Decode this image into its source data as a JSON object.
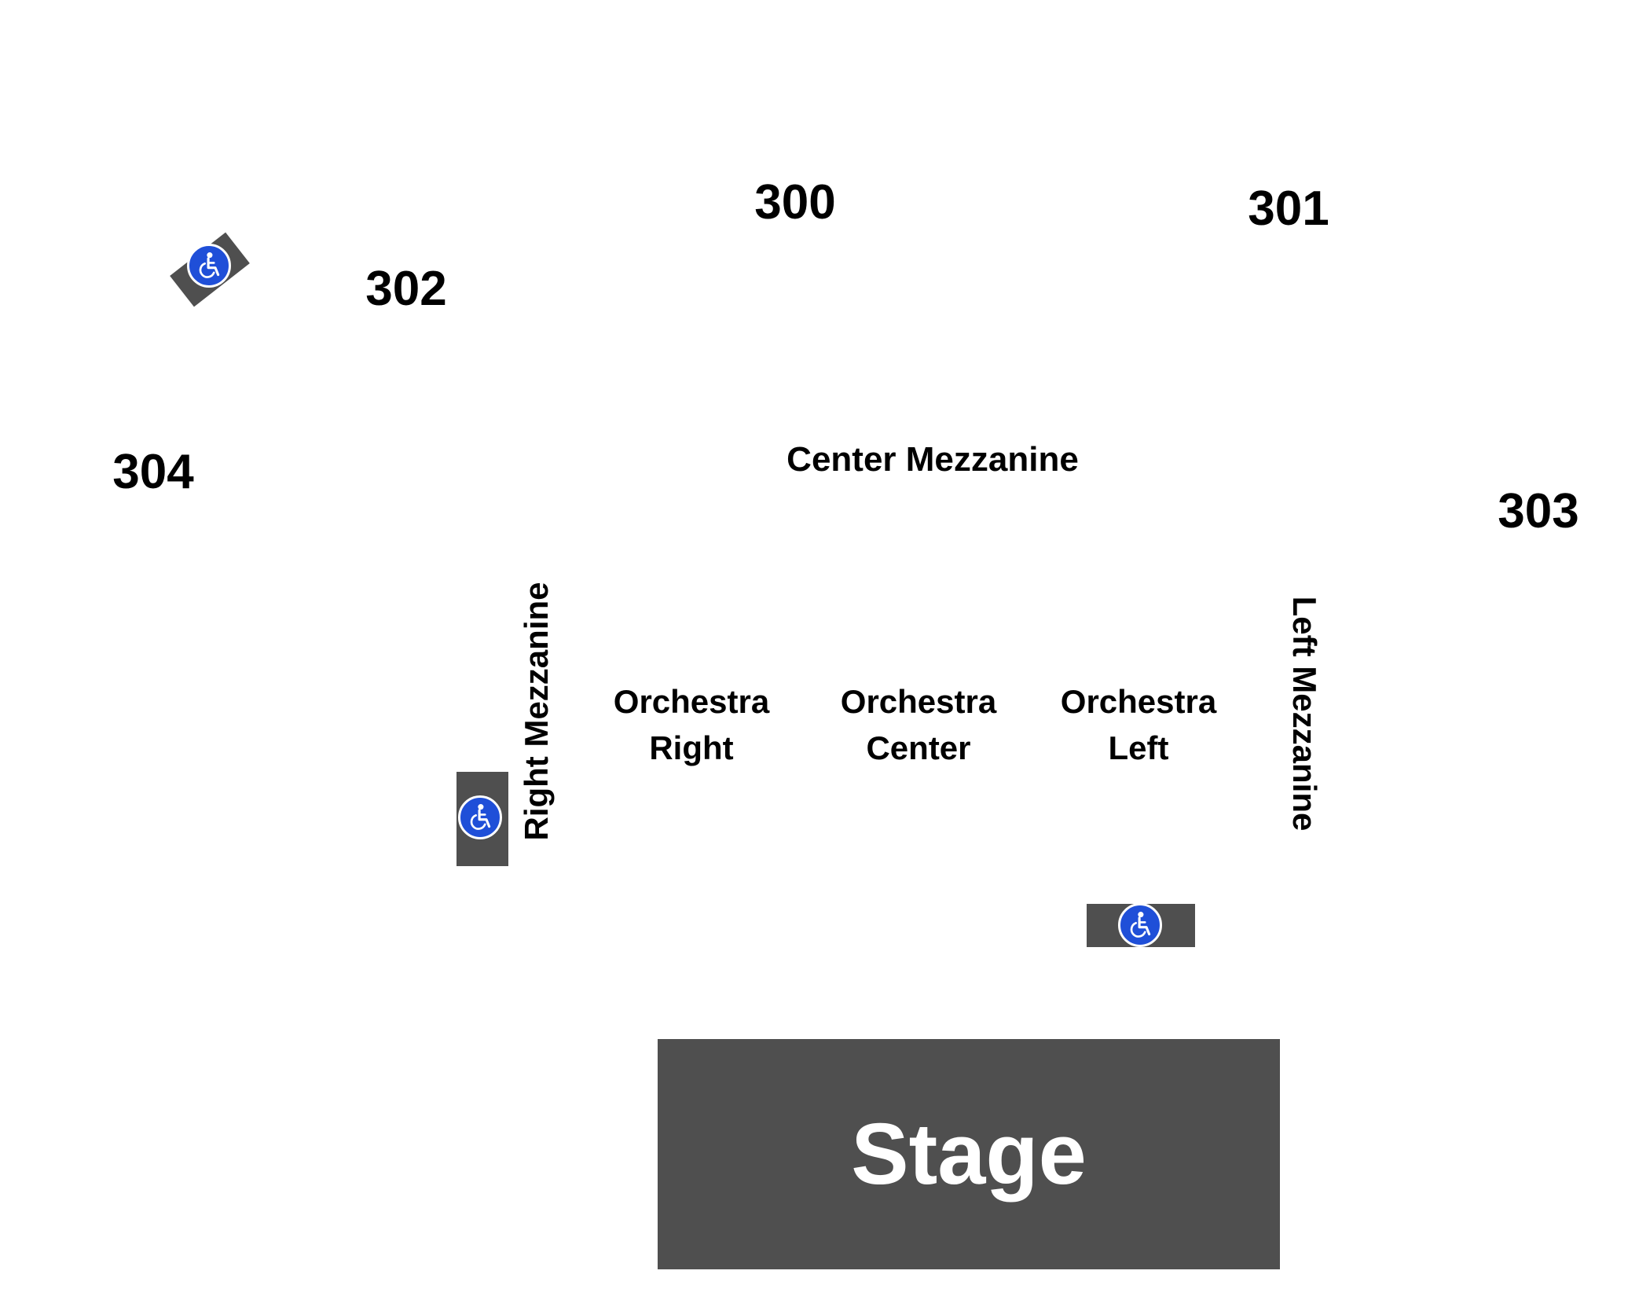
{
  "sections": {
    "s300": "300",
    "s301": "301",
    "s302": "302",
    "s303": "303",
    "s304": "304"
  },
  "areas": {
    "center_mezzanine": "Center Mezzanine",
    "right_mezzanine": "Right Mezzanine",
    "left_mezzanine": "Left Mezzanine",
    "orchestra_right": [
      "Orchestra",
      "Right"
    ],
    "orchestra_center": [
      "Orchestra",
      "Center"
    ],
    "orchestra_left": [
      "Orchestra",
      "Left"
    ]
  },
  "stage": {
    "label": "Stage"
  },
  "icons": {
    "accessible": "wheelchair-icon"
  },
  "colors": {
    "stage_fill": "#4f4f4f",
    "accessible_blue": "#1f4fd8",
    "text": "#000000",
    "background": "#ffffff"
  }
}
